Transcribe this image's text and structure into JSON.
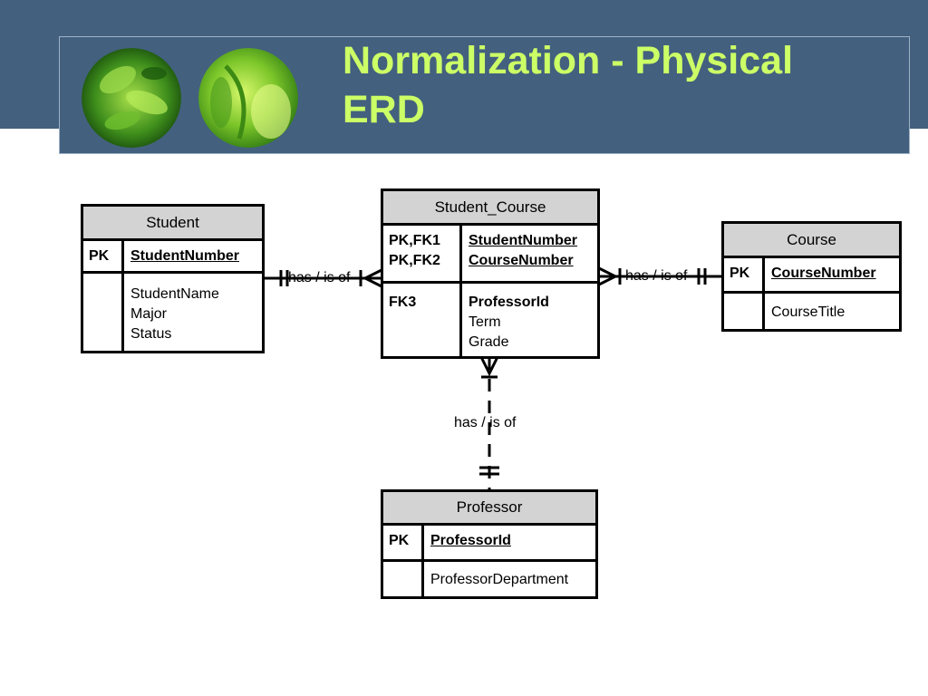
{
  "slide": {
    "title_line1": "Normalization - Physical",
    "title_line2": "ERD",
    "colors": {
      "header_bg": "#43607f",
      "title": "#ccff66",
      "entity_header": "#d3d3d3"
    }
  },
  "entities": {
    "student": {
      "name": "Student",
      "pk_label": "PK",
      "pk_attr": "StudentNumber",
      "attrs": [
        "StudentName",
        "Major",
        "Status"
      ]
    },
    "student_course": {
      "name": "Student_Course",
      "pk_label_1": "PK,FK1",
      "pk_label_2": "PK,FK2",
      "pk_attr_1": "StudentNumber",
      "pk_attr_2": "CourseNumber",
      "fk_label": "FK3",
      "fk_attr": "ProfessorId",
      "attrs": [
        "Term",
        "Grade"
      ]
    },
    "course": {
      "name": "Course",
      "pk_label": "PK",
      "pk_attr": "CourseNumber",
      "attrs": [
        "CourseTitle"
      ]
    },
    "professor": {
      "name": "Professor",
      "pk_label": "PK",
      "pk_attr": "ProfessorId",
      "attrs": [
        "ProfessorDepartment"
      ]
    }
  },
  "relationships": {
    "student_to_student_course": "has / is of",
    "student_course_to_course": "has / is of",
    "student_course_to_professor": "has / is of"
  }
}
